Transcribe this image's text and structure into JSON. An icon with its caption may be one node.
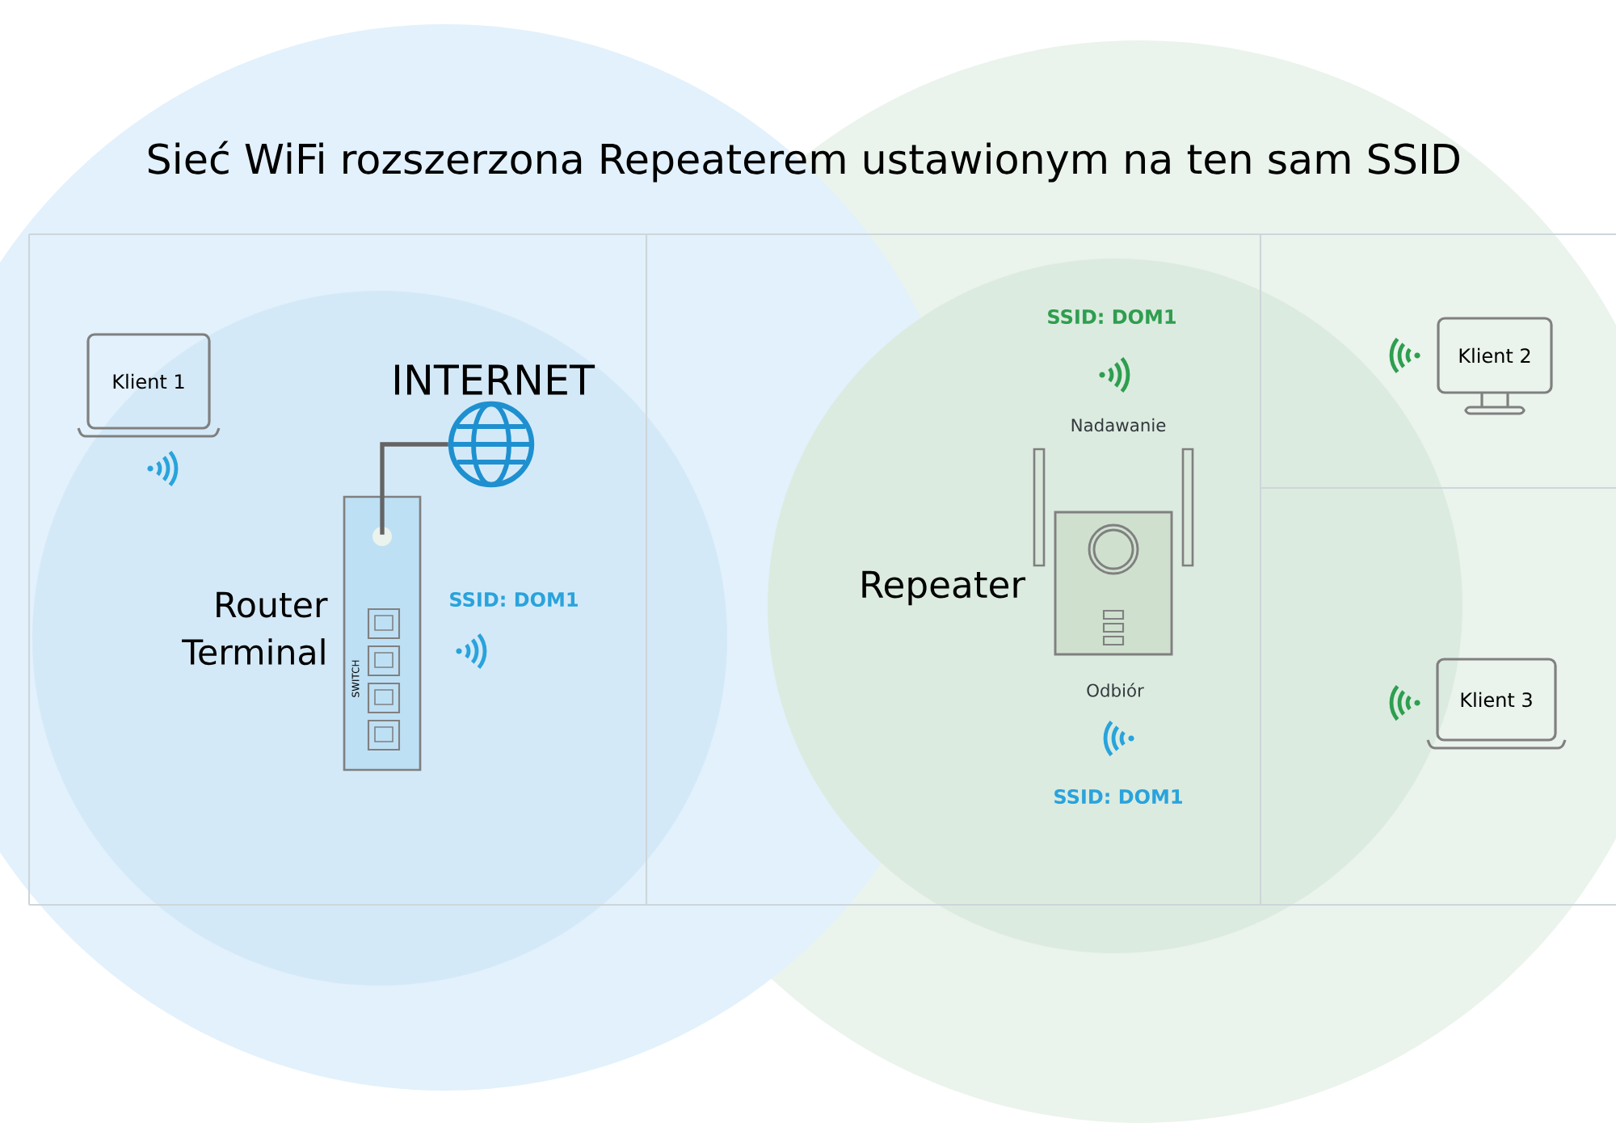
{
  "diagram": {
    "title": "Sieć WiFi rozszerzona Repeaterem ustawionym na ten sam SSID",
    "nodes": [
      {
        "text": [
          "Klient 1"
        ]
      },
      {
        "text": [],
        "shape": "globe",
        "beside": [
          "INTERNET"
        ]
      },
      {
        "text": [
          "SWITCH"
        ],
        "beside": [
          "Router Terminal"
        ]
      },
      {
        "text": [],
        "shape": "box",
        "beside": [
          "Repeater"
        ]
      },
      {
        "text": [
          "Klient 2"
        ]
      },
      {
        "text": [
          "Klient 3"
        ]
      }
    ],
    "edges": [
      {
        "from": 2,
        "to": 1,
        "arrow": "none"
      }
    ],
    "labels": [
      "SSID: DOM1",
      "SSID: DOM1",
      "Nadawanie",
      "Odbiór",
      "SSID: DOM1"
    ]
  }
}
